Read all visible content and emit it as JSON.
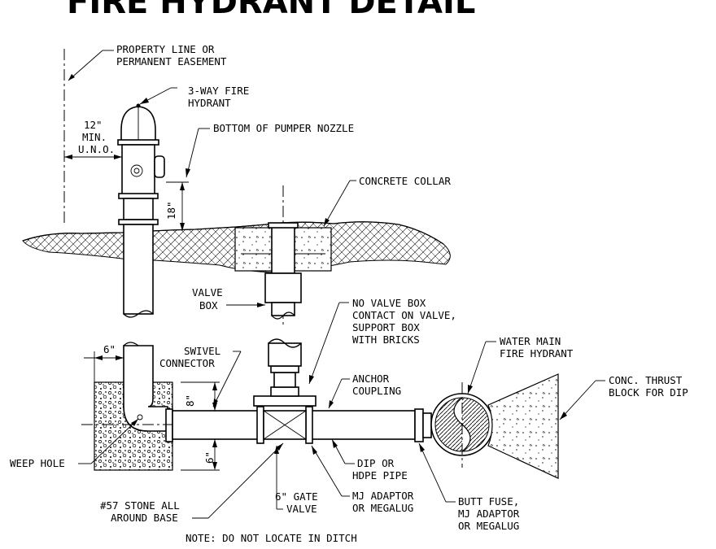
{
  "title": "FIRE HYDRANT DETAIL",
  "labels": {
    "property_line_1": "PROPERTY LINE OR",
    "property_line_2": "PERMANENT EASEMENT",
    "hydrant_1": "3-WAY FIRE",
    "hydrant_2": "HYDRANT",
    "pumper_nozzle": "BOTTOM OF PUMPER NOZZLE",
    "dim_12_1": "12\"",
    "dim_12_2": "MIN.",
    "dim_12_3": "U.N.O.",
    "dim_18": "18\"",
    "concrete_collar": "CONCRETE COLLAR",
    "valve_box_1": "VALVE",
    "valve_box_2": "BOX",
    "no_valve_box_1": "NO VALVE BOX",
    "no_valve_box_2": "CONTACT ON VALVE,",
    "no_valve_box_3": "SUPPORT BOX",
    "no_valve_box_4": "WITH BRICKS",
    "water_main_1": "WATER MAIN",
    "water_main_2": "FIRE HYDRANT",
    "thrust_block_1": "CONC. THRUST",
    "thrust_block_2": "BLOCK FOR DIP",
    "dim_6_top": "6\"",
    "swivel_1": "SWIVEL",
    "swivel_2": "CONNECTOR",
    "anchor_1": "ANCHOR",
    "anchor_2": "COUPLING",
    "dim_8": "8\"",
    "dim_6_side": "6\"",
    "weep_hole": "WEEP HOLE",
    "dip_1": "DIP OR",
    "dip_2": "HDPE PIPE",
    "stone_1": "#57 STONE ALL",
    "stone_2": "AROUND BASE",
    "gate_1": "6\" GATE",
    "gate_2": "VALVE",
    "mj_1": "MJ ADAPTOR",
    "mj_2": "OR MEGALUG",
    "butt_1": "BUTT FUSE,",
    "butt_2": "MJ ADAPTOR",
    "butt_3": "OR MEGALUG",
    "note": "NOTE: DO NOT LOCATE IN DITCH"
  }
}
